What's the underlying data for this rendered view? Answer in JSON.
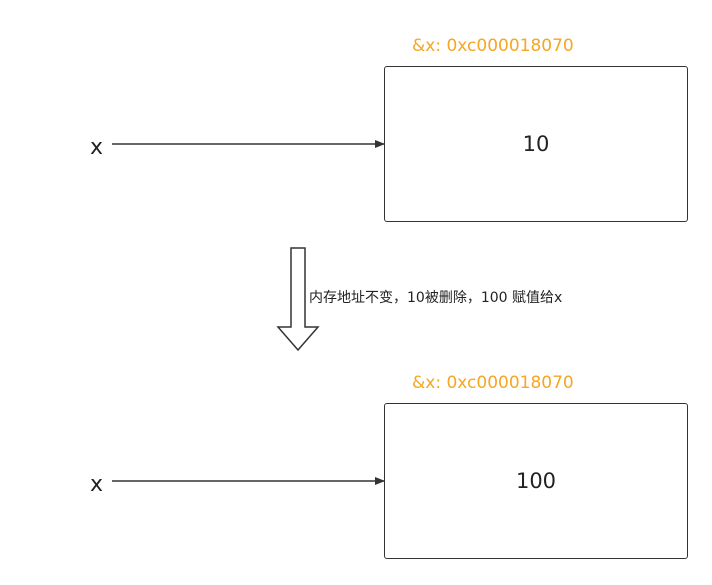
{
  "diagram": {
    "before": {
      "variable": "x",
      "address": "&x:  0xc000018070",
      "value": "10"
    },
    "transition": {
      "note": "内存地址不变，10被删除，100 赋值给x"
    },
    "after": {
      "variable": "x",
      "address": "&x:  0xc000018070",
      "value": "100"
    },
    "colors": {
      "address_text": "#f5a623",
      "stroke": "#333333"
    }
  }
}
